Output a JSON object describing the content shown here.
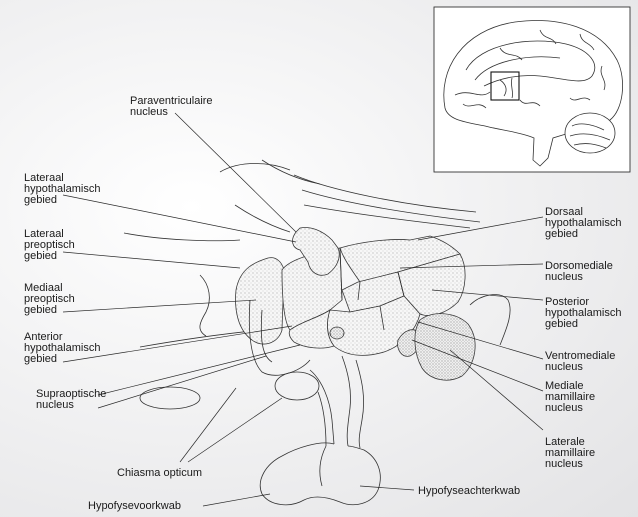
{
  "labels": {
    "paraventricular": "Paraventriculaire\nnucleus",
    "lateral_hypothalamic": "Lateraal\nhypothalamisch\ngebied",
    "lateral_preoptic": "Lateraal\npreoptisch\ngebied",
    "medial_preoptic": "Mediaal\npreoptisch\ngebied",
    "anterior_hypothalamic": "Anterior\nhypothalamisch\ngebied",
    "supraoptic": "Supraoptische\nnucleus",
    "optic_chiasm": "Chiasma opticum",
    "anterior_pituitary": "Hypofysevoorkwab",
    "posterior_pituitary": "Hypofyseachterkwab",
    "dorsal_hypothalamic": "Dorsaal\nhypothalamisch\ngebied",
    "dorsomedial": "Dorsomediale\nnucleus",
    "posterior_hypothalamic": "Posterior\nhypothalamisch\ngebied",
    "ventromedial": "Ventromediale\nnucleus",
    "medial_mamillary": "Mediale\nmamillaire\nnucleus",
    "lateral_mamillary": "Laterale\nmamillaire\nnucleus"
  }
}
